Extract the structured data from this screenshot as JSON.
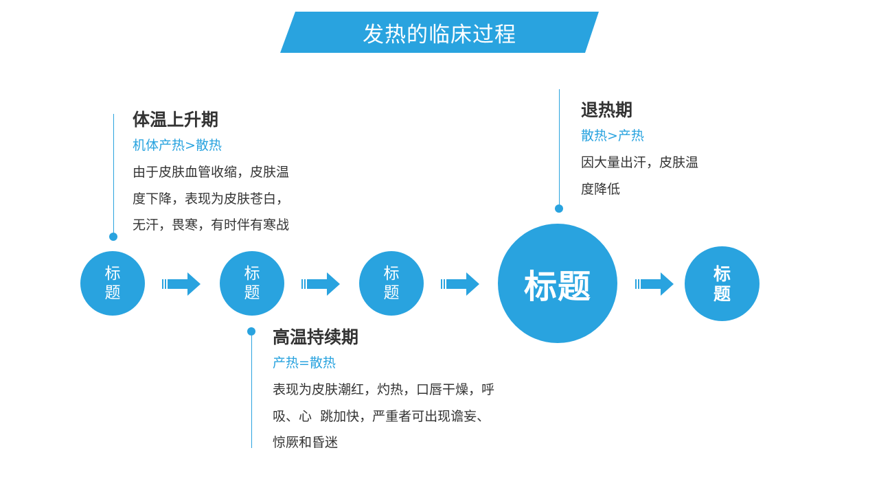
{
  "header": {
    "title": "发热的临床过程"
  },
  "nodes": [
    {
      "label": "标题"
    },
    {
      "label": "标题"
    },
    {
      "label": "标题"
    },
    {
      "label": "标题"
    },
    {
      "label": "标题"
    }
  ],
  "stages": {
    "rising": {
      "title": "体温上升期",
      "subtitle": "机体产热>散热",
      "text": "由于皮肤血管收缩，皮肤温\n度下降，表现为皮肤苍白，\n无汗，畏寒，有时伴有寒战"
    },
    "plateau": {
      "title": "高温持续期",
      "subtitle": "产热=散热",
      "text": "表现为皮肤潮红，灼热，口唇干燥，呼\n吸、心  跳加快，严重者可出现谵妄、\n惊厥和昏迷"
    },
    "falling": {
      "title": "退热期",
      "subtitle": "散热>产热",
      "text": "因大量出汗，皮肤温\n度降低"
    }
  },
  "colors": {
    "accent": "#29a3df",
    "text": "#333333",
    "background": "#ffffff"
  }
}
